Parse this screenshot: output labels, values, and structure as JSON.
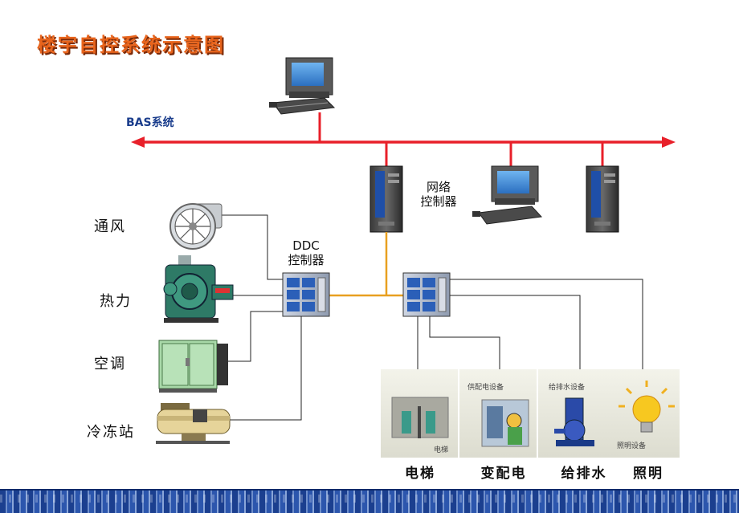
{
  "title": "楼宇自控系统示意图",
  "bas_label": "BAS系统",
  "network_controller": [
    "网络",
    "控制器"
  ],
  "ddc_controller": [
    "DDC",
    "控制器"
  ],
  "left_devices": [
    "通风",
    "热力",
    "空调",
    "冷冻站"
  ],
  "bottom_devices": [
    "电梯",
    "变配电",
    "给排水",
    "照明"
  ],
  "panel_captions": {
    "elevator": "电梯",
    "power": "供配电设备",
    "water": "给排水设备",
    "lighting": "照明设备"
  },
  "colors": {
    "title": "#e8641c",
    "bus": "#e8202a",
    "ddc_link": "#e8a020",
    "bas_text": "#1a3d8c"
  }
}
